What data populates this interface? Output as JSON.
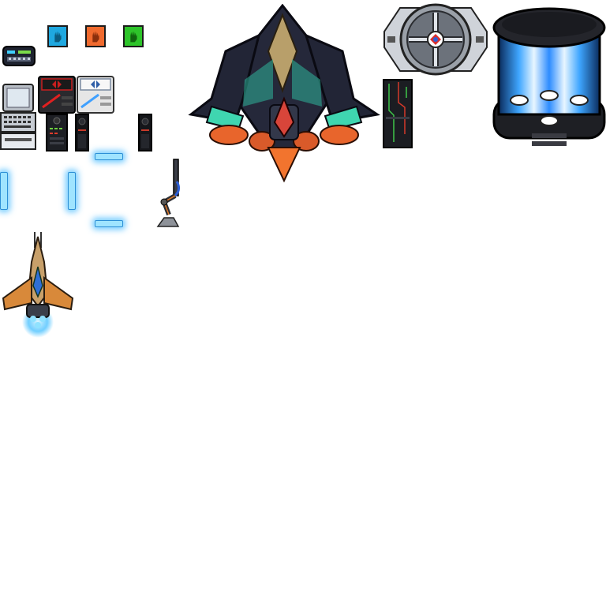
{
  "sheet": {
    "background": "#ffffff",
    "sprites": [
      {
        "id": "handprint-pad-blue",
        "icon": "handprint-icon",
        "color": "#1fa8e0"
      },
      {
        "id": "handprint-pad-orange",
        "icon": "handprint-icon",
        "color": "#f06a2e"
      },
      {
        "id": "handprint-pad-green",
        "icon": "handprint-icon",
        "color": "#2ec42a"
      },
      {
        "id": "wall-keypad",
        "icon": "keypad-icon"
      },
      {
        "id": "laptop-terminal",
        "icon": "laptop-icon"
      },
      {
        "id": "control-panel-red",
        "icon": "panel-icon",
        "color": "#c81e1e"
      },
      {
        "id": "control-panel-white",
        "icon": "panel-icon",
        "color": "#e6e6e6"
      },
      {
        "id": "server-rack",
        "icon": "server-icon"
      },
      {
        "id": "speaker-tower-left",
        "icon": "speaker-icon"
      },
      {
        "id": "speaker-tower-right",
        "icon": "speaker-icon"
      },
      {
        "id": "forcefield-top",
        "icon": "forcefield-icon",
        "color": "#4fc3ff"
      },
      {
        "id": "forcefield-left",
        "icon": "forcefield-icon",
        "color": "#4fc3ff"
      },
      {
        "id": "forcefield-right",
        "icon": "forcefield-icon",
        "color": "#4fc3ff"
      },
      {
        "id": "forcefield-bottom",
        "icon": "forcefield-icon",
        "color": "#4fc3ff"
      },
      {
        "id": "robotic-arm-lamp",
        "icon": "robot-arm-icon"
      },
      {
        "id": "small-fighter-ship",
        "icon": "spaceship-icon",
        "color": "#e08a2a"
      },
      {
        "id": "mothership",
        "icon": "spaceship-icon",
        "color": "#2fb59a"
      },
      {
        "id": "circuit-wall-panel",
        "icon": "circuit-icon"
      },
      {
        "id": "circular-hatch-door",
        "icon": "hatch-icon"
      },
      {
        "id": "cryo-teleporter-pod",
        "icon": "teleporter-icon",
        "color": "#2d8cff"
      }
    ]
  }
}
